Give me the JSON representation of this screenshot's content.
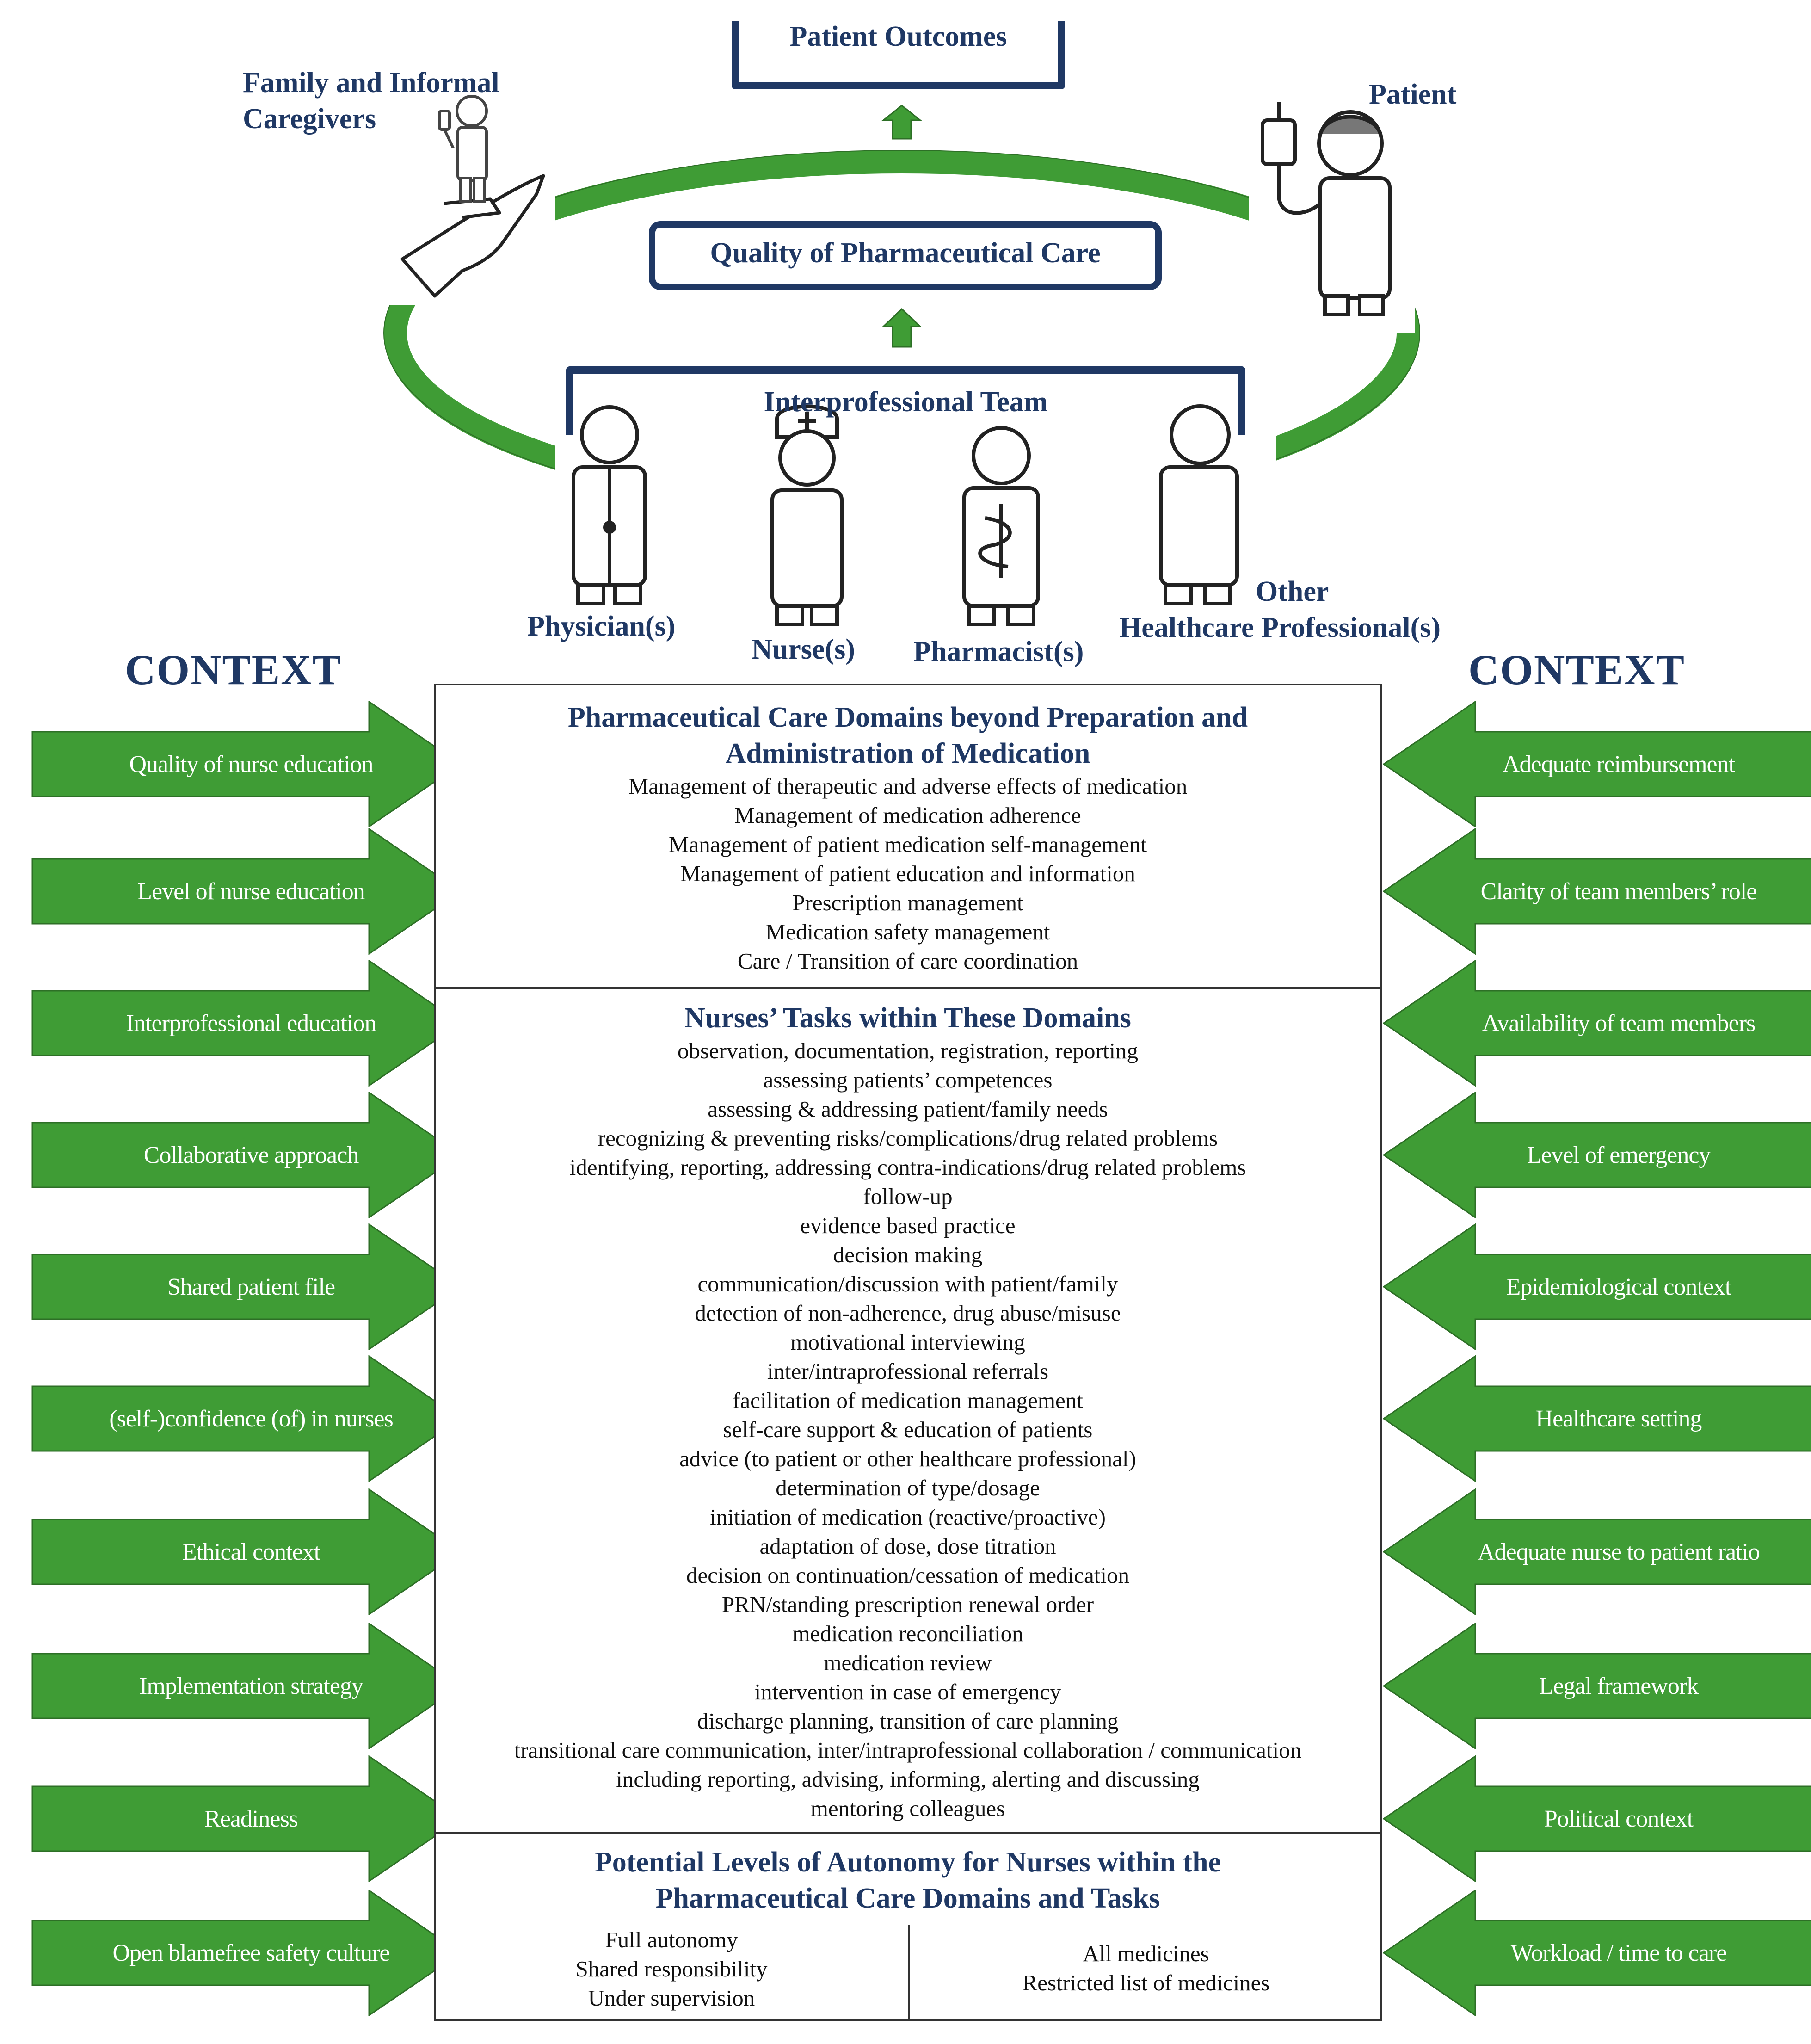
{
  "top": {
    "outcomes": "Patient Outcomes",
    "quality": "Quality of Pharmaceutical Care",
    "team": "Interprofessional Team",
    "family_line1": "Family and Informal",
    "family_line2": "Caregivers",
    "patient": "Patient",
    "roles": {
      "physician": "Physician(s)",
      "nurse": "Nurse(s)",
      "pharmacist": "Pharmacist(s)",
      "other_line1": "Other",
      "other_line2": "Healthcare Professional(s)"
    }
  },
  "context_label_left": "CONTEXT",
  "context_label_right": "CONTEXT",
  "left_factors": [
    "Quality of nurse education",
    "Level of nurse education",
    "Interprofessional education",
    "Collaborative approach",
    "Shared patient file",
    "(self-)confidence (of) in nurses",
    "Ethical context",
    "Implementation  strategy",
    "Readiness",
    "Open blamefree safety culture"
  ],
  "right_factors": [
    "Adequate reimbursement",
    "Clarity of team members’ role",
    "Availability of team members",
    "Level of emergency",
    "Epidemiological  context",
    "Healthcare setting",
    "Adequate nurse to patient ratio",
    "Legal framework",
    "Political context",
    "Workload / time to care"
  ],
  "domains": {
    "title_line1": "Pharmaceutical Care Domains beyond Preparation and",
    "title_line2": "Administration of Medication",
    "items": [
      "Management of therapeutic and adverse effects of medication",
      "Management of medication adherence",
      "Management of patient medication self-management",
      "Management of patient education and information",
      "Prescription management",
      "Medication safety management",
      "Care / Transition of care coordination"
    ]
  },
  "tasks": {
    "title": "Nurses’ Tasks within These Domains",
    "items": [
      "observation, documentation, registration, reporting",
      "assessing patients’ competences",
      "assessing & addressing patient/family  needs",
      "recognizing & preventing risks/complications/drug related problems",
      "identifying, reporting, addressing contra-indications/drug related problems",
      "follow-up",
      "evidence based practice",
      "decision making",
      "communication/discussion with patient/family",
      "detection of non-adherence, drug abuse/misuse",
      "motivational interviewing",
      "inter/intraprofessional referrals",
      "facilitation  of medication management",
      "self-care support & education of patients",
      "advice (to patient or other healthcare professional)",
      "determination of type/dosage",
      "initiation of medication  (reactive/proactive)",
      "adaptation of dose, dose titration",
      "decision on continuation/cessation of medication",
      "PRN/standing prescription renewal order",
      "medication reconciliation",
      "medication review",
      "intervention in case of emergency",
      "discharge planning, transition of care planning",
      "transitional care communication, inter/intraprofessional collaboration / communication",
      "including reporting, advising, informing, alerting and discussing",
      "mentoring colleagues"
    ]
  },
  "autonomy": {
    "title_line1": "Potential Levels of Autonomy for Nurses within the",
    "title_line2": "Pharmaceutical Care Domains and Tasks",
    "levels": [
      "Full autonomy",
      "Shared responsibility",
      "Under supervision"
    ],
    "scope": [
      "All medicines",
      "Restricted list of medicines"
    ]
  },
  "colors": {
    "green": "#3f9c35",
    "navy": "#1f3864",
    "box_border": "#333333"
  }
}
